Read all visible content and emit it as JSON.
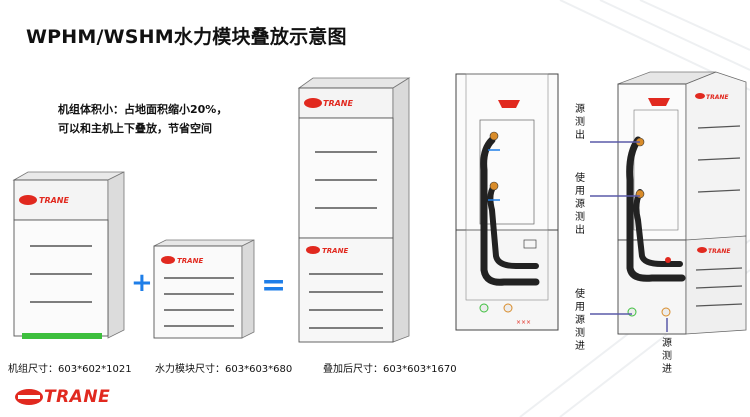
{
  "title": "WPHM/WSHM水力模块叠放示意图",
  "note": {
    "line1": "机组体积小：占地面积缩小20%，",
    "line2": "可以和主机上下叠放，节省空间"
  },
  "captions": {
    "unit": "机组尺寸：603*602*1021",
    "hydro": "水力模块尺寸：603*603*680",
    "stacked": "叠加后尺寸：603*603*1670"
  },
  "operators": {
    "plus": "+",
    "equals": "="
  },
  "labels": {
    "source_out": "源测出",
    "use_source_out": "使用源测出",
    "use_source_in": "使用源测进",
    "source_in": "源测进"
  },
  "brand": {
    "name": "TRANE",
    "logo_color": "#e1291f",
    "accent_color": "#1e7ee8",
    "pipe_color": "#222222"
  },
  "icons": [
    "trane-logo-icon",
    "trane-badge-icon"
  ]
}
